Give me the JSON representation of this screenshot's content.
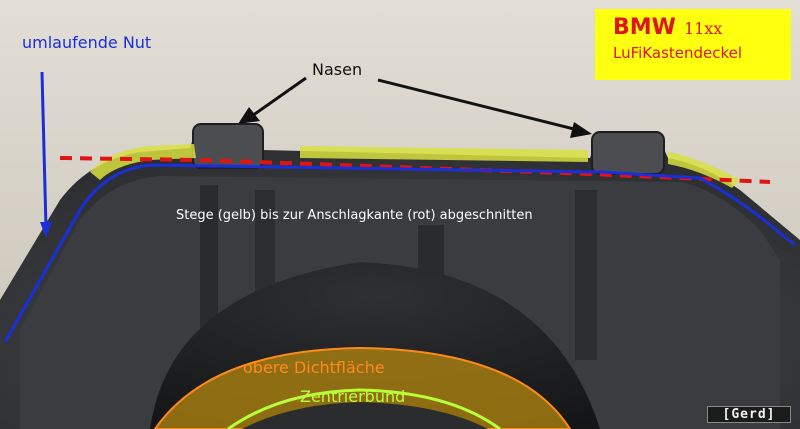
{
  "annotations": {
    "groove": "umlaufende Nut",
    "tabs": "Nasen",
    "cut_note": "Stege (gelb) bis zur Anschlagkante (rot) abgeschnitten",
    "upper_seal": "obere Dichtfläche",
    "centering": "Zentrierbund"
  },
  "title_box": {
    "brand": "BMW",
    "model": "11xx",
    "part": "LuFiKastendeckel"
  },
  "author_badge": "[Gerd]",
  "colors": {
    "groove_line": "#1a2fd8",
    "edge_line": "#e01414",
    "ribs_highlight": "#d8e040",
    "seal_area": "#ff8a1a",
    "centering_ring": "#b8ff3a",
    "title_bg": "#ffff10",
    "title_text": "#e0141e"
  }
}
